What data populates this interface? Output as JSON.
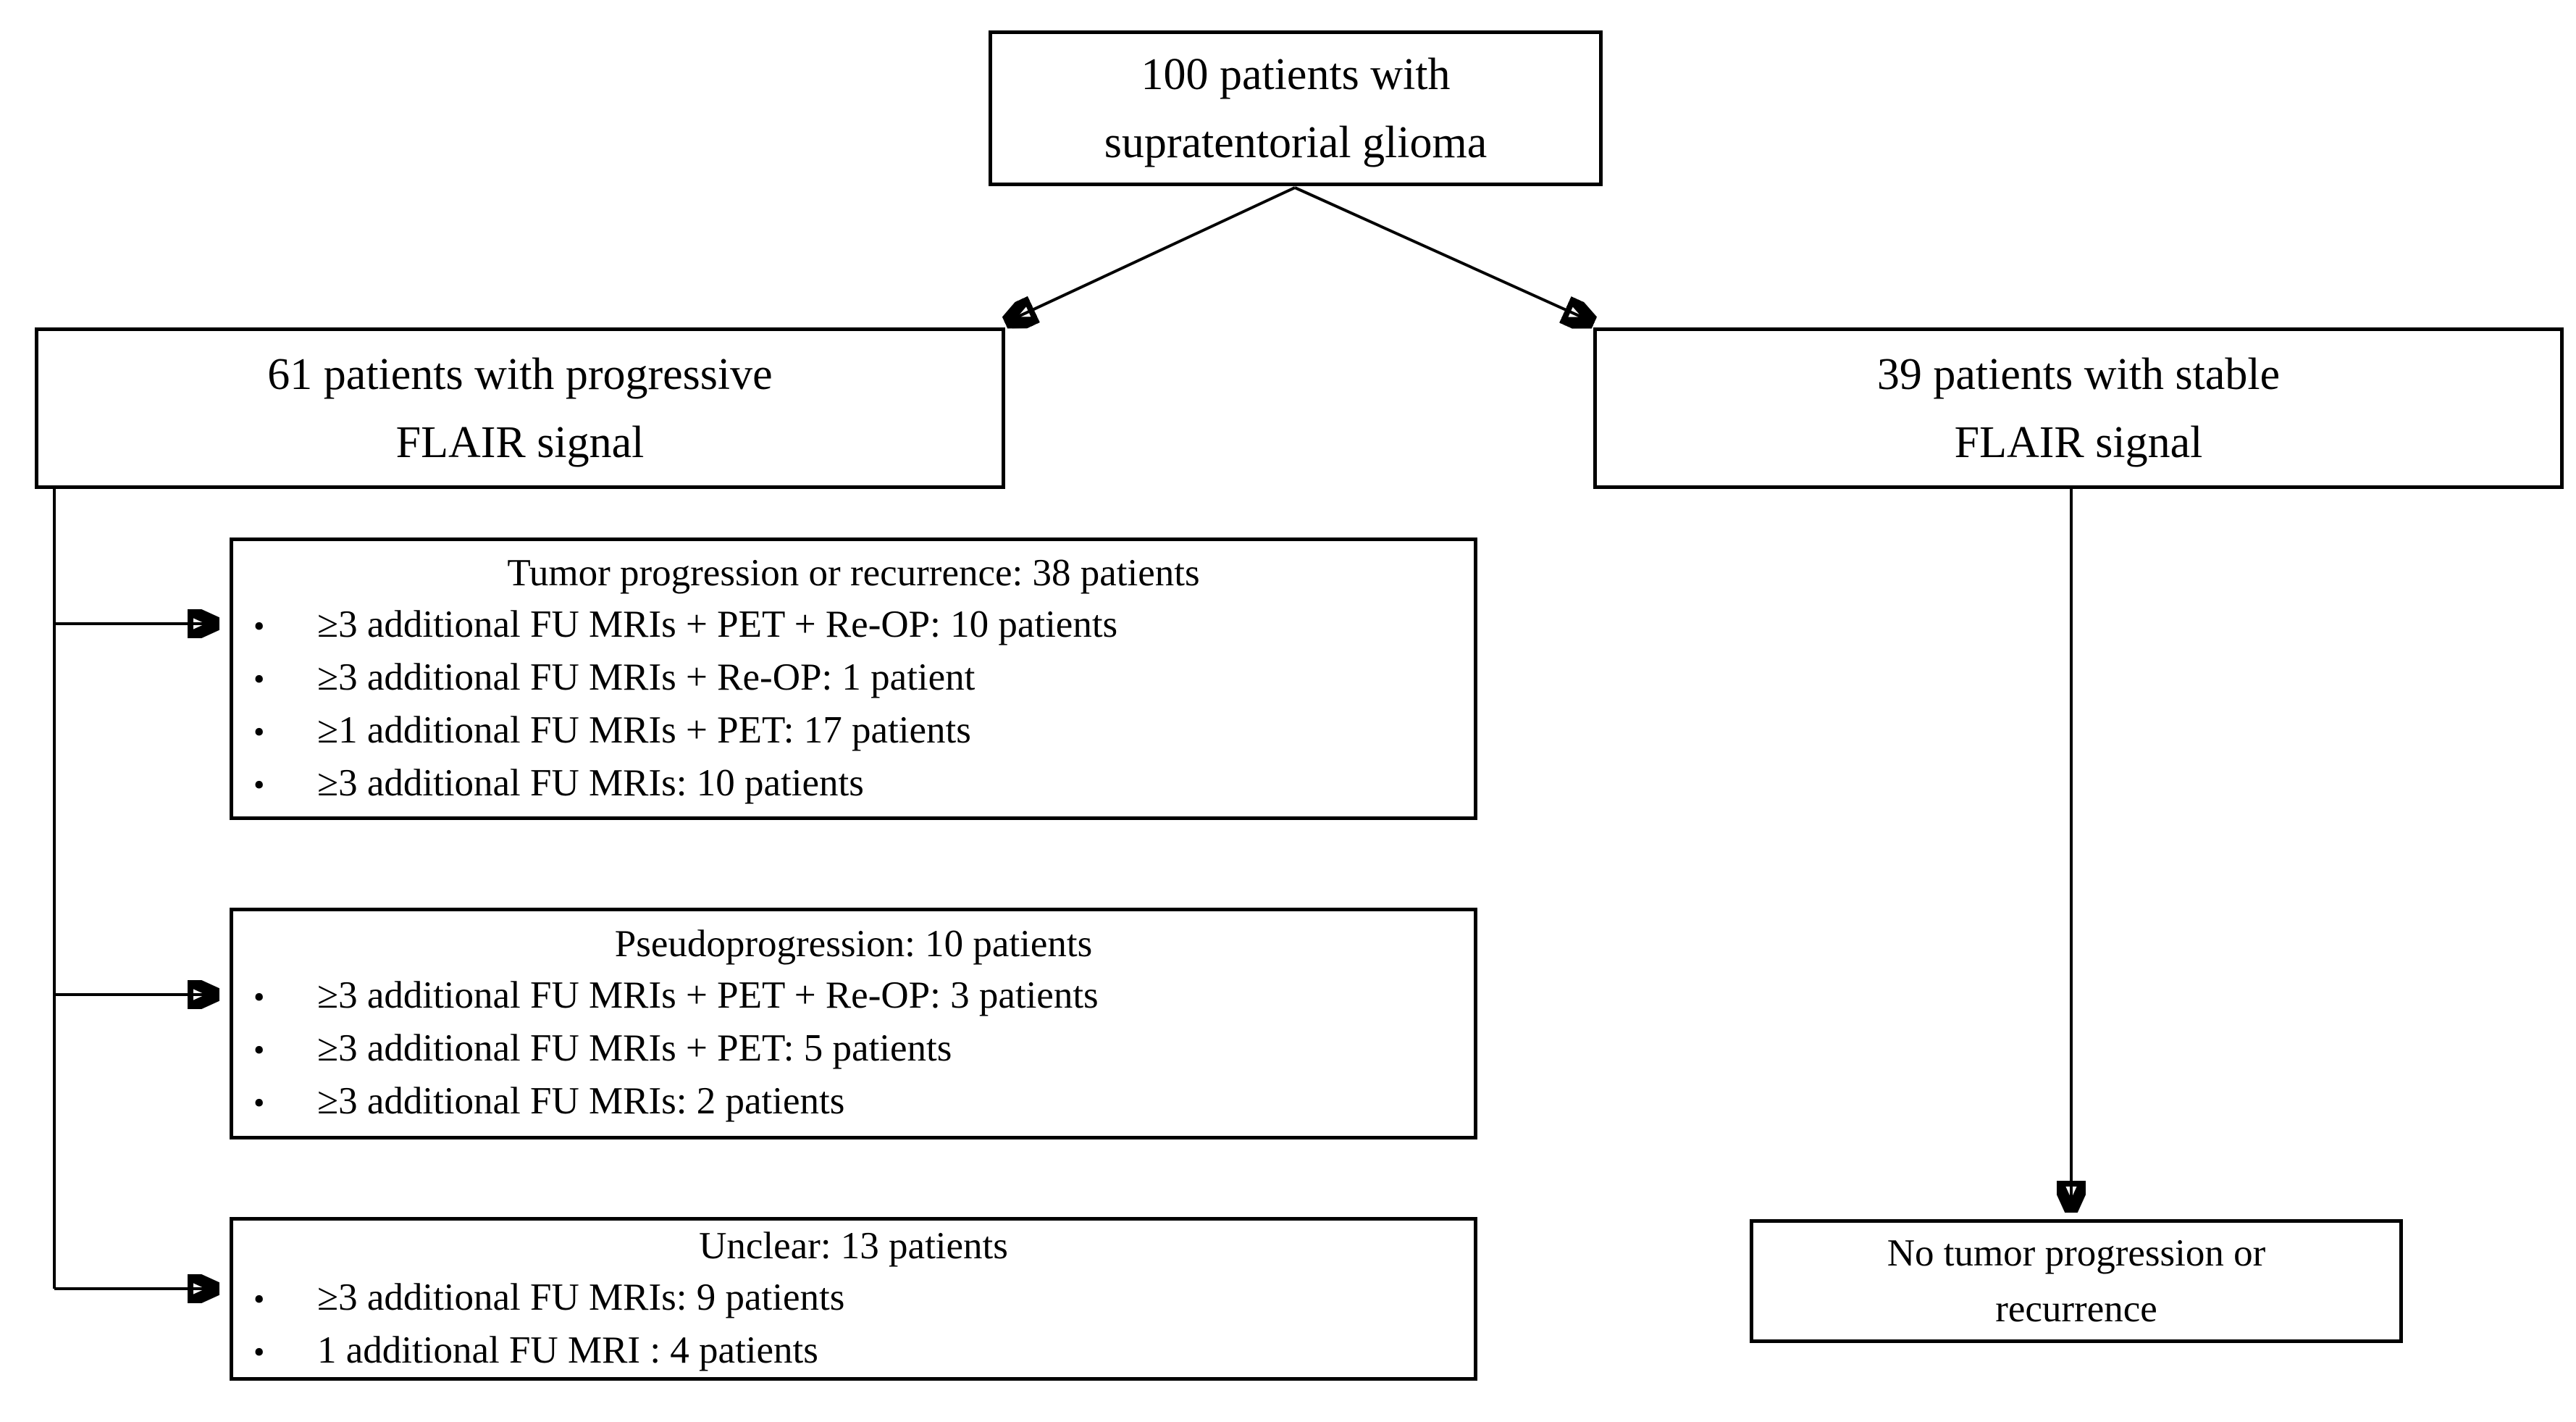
{
  "colors": {
    "background": "#ffffff",
    "line": "#000000",
    "text": "#000000"
  },
  "bullet_char": "•",
  "nodes": {
    "root": {
      "line1": "100 patients with",
      "line2": "supratentorial glioma"
    },
    "progressive": {
      "line1": "61 patients with progressive",
      "line2": "FLAIR signal"
    },
    "stable": {
      "line1": "39 patients with stable",
      "line2": "FLAIR signal"
    },
    "stable_outcome": {
      "line1": "No tumor progression or",
      "line2": "recurrence"
    }
  },
  "outcomes": [
    {
      "title": "Tumor progression or recurrence: 38 patients",
      "bullets": [
        "≥3 additional FU MRIs + PET + Re-OP: 10 patients",
        "≥3 additional FU MRIs + Re-OP: 1 patient",
        "≥1 additional FU MRIs + PET: 17 patients",
        "≥3 additional FU MRIs: 10 patients"
      ]
    },
    {
      "title": "Pseudoprogression: 10 patients",
      "bullets": [
        "≥3 additional FU MRIs + PET + Re-OP: 3 patients",
        "≥3 additional FU MRIs + PET: 5 patients",
        "≥3 additional FU MRIs: 2 patients"
      ]
    },
    {
      "title": "Unclear: 13 patients",
      "bullets": [
        "≥3 additional FU MRIs: 9 patients",
        "1 additional FU MRI : 4 patients"
      ]
    }
  ]
}
